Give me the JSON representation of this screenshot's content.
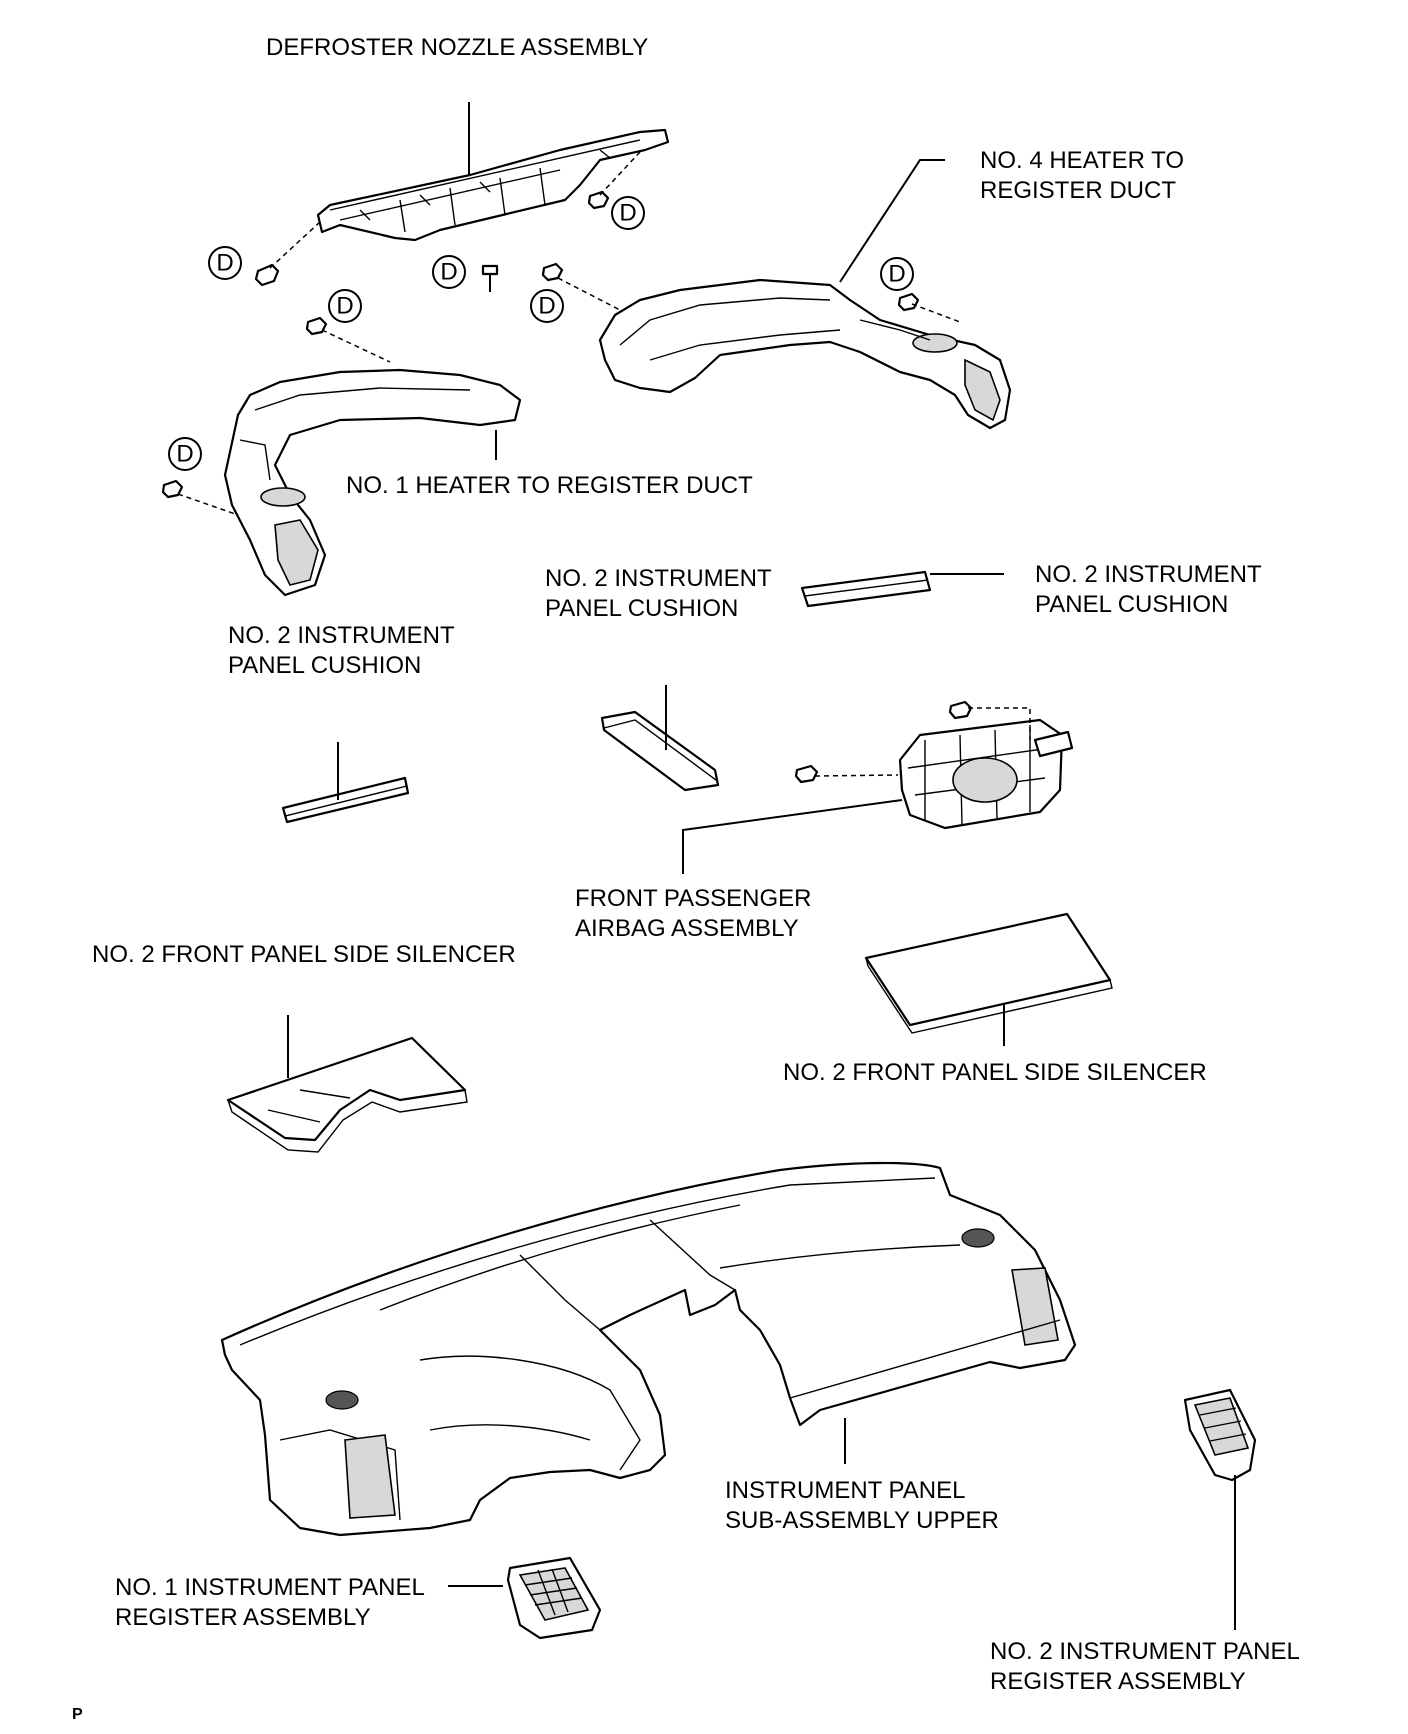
{
  "labels": {
    "defroster_nozzle": "DEFROSTER NOZZLE ASSEMBLY",
    "no4_duct_1": "NO. 4 HEATER TO",
    "no4_duct_2": "REGISTER DUCT",
    "no1_duct": "NO. 1 HEATER TO REGISTER DUCT",
    "cushion_center_1": "NO. 2 INSTRUMENT",
    "cushion_center_2": "PANEL CUSHION",
    "cushion_right_1": "NO. 2 INSTRUMENT",
    "cushion_right_2": "PANEL CUSHION",
    "cushion_left_1": "NO. 2 INSTRUMENT",
    "cushion_left_2": "PANEL CUSHION",
    "airbag_1": "FRONT PASSENGER",
    "airbag_2": "AIRBAG ASSEMBLY",
    "silencer_left": "NO. 2 FRONT PANEL SIDE SILENCER",
    "silencer_right": "NO. 2 FRONT PANEL SIDE SILENCER",
    "panel_upper_1": "INSTRUMENT PANEL",
    "panel_upper_2": "SUB-ASSEMBLY UPPER",
    "register1_1": "NO. 1 INSTRUMENT PANEL",
    "register1_2": "REGISTER ASSEMBLY",
    "register2_1": "NO. 2 INSTRUMENT PANEL",
    "register2_2": "REGISTER ASSEMBLY"
  },
  "marker_letter": "D",
  "footer_code": "P"
}
